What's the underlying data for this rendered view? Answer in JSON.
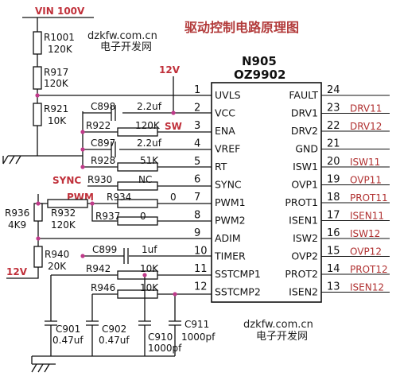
{
  "title": "驱动控制电路原理图",
  "watermark": {
    "site": "dzkfw.com.cn",
    "name": "电子开发网"
  },
  "chip": {
    "name1": "N905",
    "name2": "OZ9902"
  },
  "rails": {
    "vin": "VIN 100V",
    "v12_top": "12V",
    "v12_left": "12V"
  },
  "signals": {
    "sync": "SYNC",
    "pwm": "PWM",
    "sw": "SW"
  },
  "pins_left": [
    {
      "num": "1",
      "name": "UVLS"
    },
    {
      "num": "2",
      "name": "VCC"
    },
    {
      "num": "3",
      "name": "ENA"
    },
    {
      "num": "4",
      "name": "VREF"
    },
    {
      "num": "5",
      "name": "RT"
    },
    {
      "num": "6",
      "name": "SYNC"
    },
    {
      "num": "7",
      "name": "PWM1"
    },
    {
      "num": "8",
      "name": "PWM2"
    },
    {
      "num": "9",
      "name": "ADIM"
    },
    {
      "num": "10",
      "name": "TIMER"
    },
    {
      "num": "11",
      "name": "SSTCMP1"
    },
    {
      "num": "12",
      "name": "SSTCMP2"
    }
  ],
  "pins_right": [
    {
      "num": "24",
      "name": "FAULT",
      "net": ""
    },
    {
      "num": "23",
      "name": "DRV1",
      "net": "DRV11"
    },
    {
      "num": "22",
      "name": "DRV2",
      "net": "DRV12"
    },
    {
      "num": "21",
      "name": "GND",
      "net": ""
    },
    {
      "num": "20",
      "name": "ISW1",
      "net": "ISW11"
    },
    {
      "num": "19",
      "name": "OVP1",
      "net": "OVP11"
    },
    {
      "num": "18",
      "name": "PROT1",
      "net": "PROT11"
    },
    {
      "num": "17",
      "name": "ISEN1",
      "net": "ISEN11"
    },
    {
      "num": "16",
      "name": "ISW2",
      "net": "ISW12"
    },
    {
      "num": "15",
      "name": "OVP2",
      "net": "OVP12"
    },
    {
      "num": "14",
      "name": "PROT2",
      "net": "PROT12"
    },
    {
      "num": "13",
      "name": "ISEN2",
      "net": "ISEN12"
    }
  ],
  "components": {
    "r1001": {
      "ref": "R1001",
      "val": "120K"
    },
    "r917": {
      "ref": "R917",
      "val": "120K"
    },
    "r921": {
      "ref": "R921",
      "val": "10K"
    },
    "c898": {
      "ref": "C898",
      "val": "2.2uf"
    },
    "r922": {
      "ref": "R922",
      "val": "120K"
    },
    "c897": {
      "ref": "C897",
      "val": "2.2uf"
    },
    "r928": {
      "ref": "R928",
      "val": "51K"
    },
    "r930": {
      "ref": "R930",
      "val": "NC"
    },
    "r934": {
      "ref": "R934",
      "val": "0"
    },
    "r937": {
      "ref": "R937",
      "val": "0"
    },
    "r936": {
      "ref": "R936",
      "val": "4K9"
    },
    "r932": {
      "ref": "R932",
      "val": "120K"
    },
    "r940": {
      "ref": "R940",
      "val": "20K"
    },
    "c899": {
      "ref": "C899",
      "val": "1uf"
    },
    "r942": {
      "ref": "R942",
      "val": "10K"
    },
    "r946": {
      "ref": "R946",
      "val": "10K"
    },
    "c901": {
      "ref": "C901",
      "val": "0.47uf"
    },
    "c902": {
      "ref": "C902",
      "val": "0.47uf"
    },
    "c910": {
      "ref": "C910",
      "val": "1000pf"
    },
    "c911": {
      "ref": "C911",
      "val": "1000pf"
    }
  }
}
